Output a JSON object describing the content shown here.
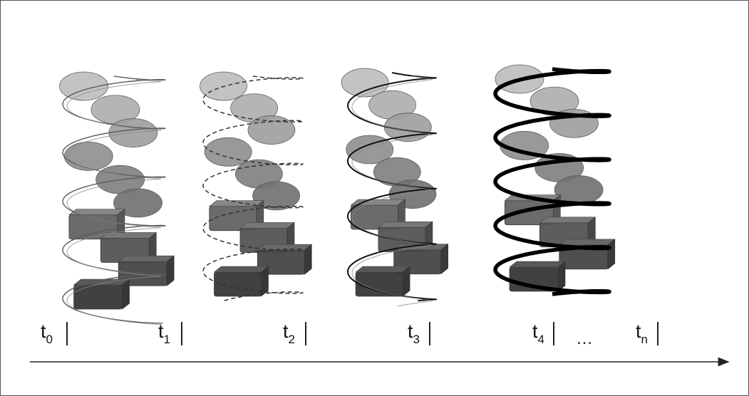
{
  "timeline": {
    "labels": [
      {
        "base": "t",
        "sub": "0"
      },
      {
        "base": "t",
        "sub": "1"
      },
      {
        "base": "t",
        "sub": "2"
      },
      {
        "base": "t",
        "sub": "3"
      },
      {
        "base": "t",
        "sub": "4"
      },
      {
        "base": "t",
        "sub": "n"
      }
    ],
    "ellipsis": "…"
  },
  "helices": [
    {
      "index": 0,
      "strand": "thin-gray"
    },
    {
      "index": 1,
      "strand": "dashed"
    },
    {
      "index": 2,
      "strand": "thin-dark"
    },
    {
      "index": 3,
      "strand": "thick-black"
    }
  ],
  "colors": {
    "frame": "#555555",
    "block_dark": "#3e3e3e",
    "block_mid": "#6a6a6a",
    "block_light": "#b4b4b4",
    "strand_black": "#000000"
  }
}
